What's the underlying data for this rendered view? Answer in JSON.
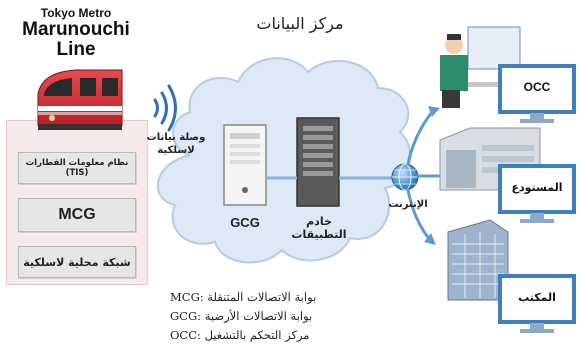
{
  "header": {
    "operator": "Tokyo Metro",
    "line_name_1": "Marunouchi",
    "line_name_2": "Line"
  },
  "datacenter_title": "مركز البيانات",
  "wireless_link_label": "وصلة بيانات لاسلكية",
  "train_side": {
    "tis_label": "نظام معلومات القطارات (TIS)",
    "mcg_label": "MCG",
    "wlan_label": "شبكة محلية لاسلكية"
  },
  "servers": {
    "gcg_label": "GCG",
    "app_server_label": "خادم التطبيقات"
  },
  "internet_label": "الإنترنت",
  "destinations": [
    {
      "label": "OCC"
    },
    {
      "label": "المستودع"
    },
    {
      "label": "المكتب"
    }
  ],
  "legend": [
    "MCG: بوابة الاتصالات المتنقلة",
    "GCG: بوابة الاتصالات الأرضية",
    "OCC: مركز التحكم بالتشغيل"
  ],
  "colors": {
    "train_red": "#d22630",
    "cloud_blue": "#dbe8f6",
    "link_blue": "#2f7fc0",
    "screen_border": "#3d7fbf"
  }
}
